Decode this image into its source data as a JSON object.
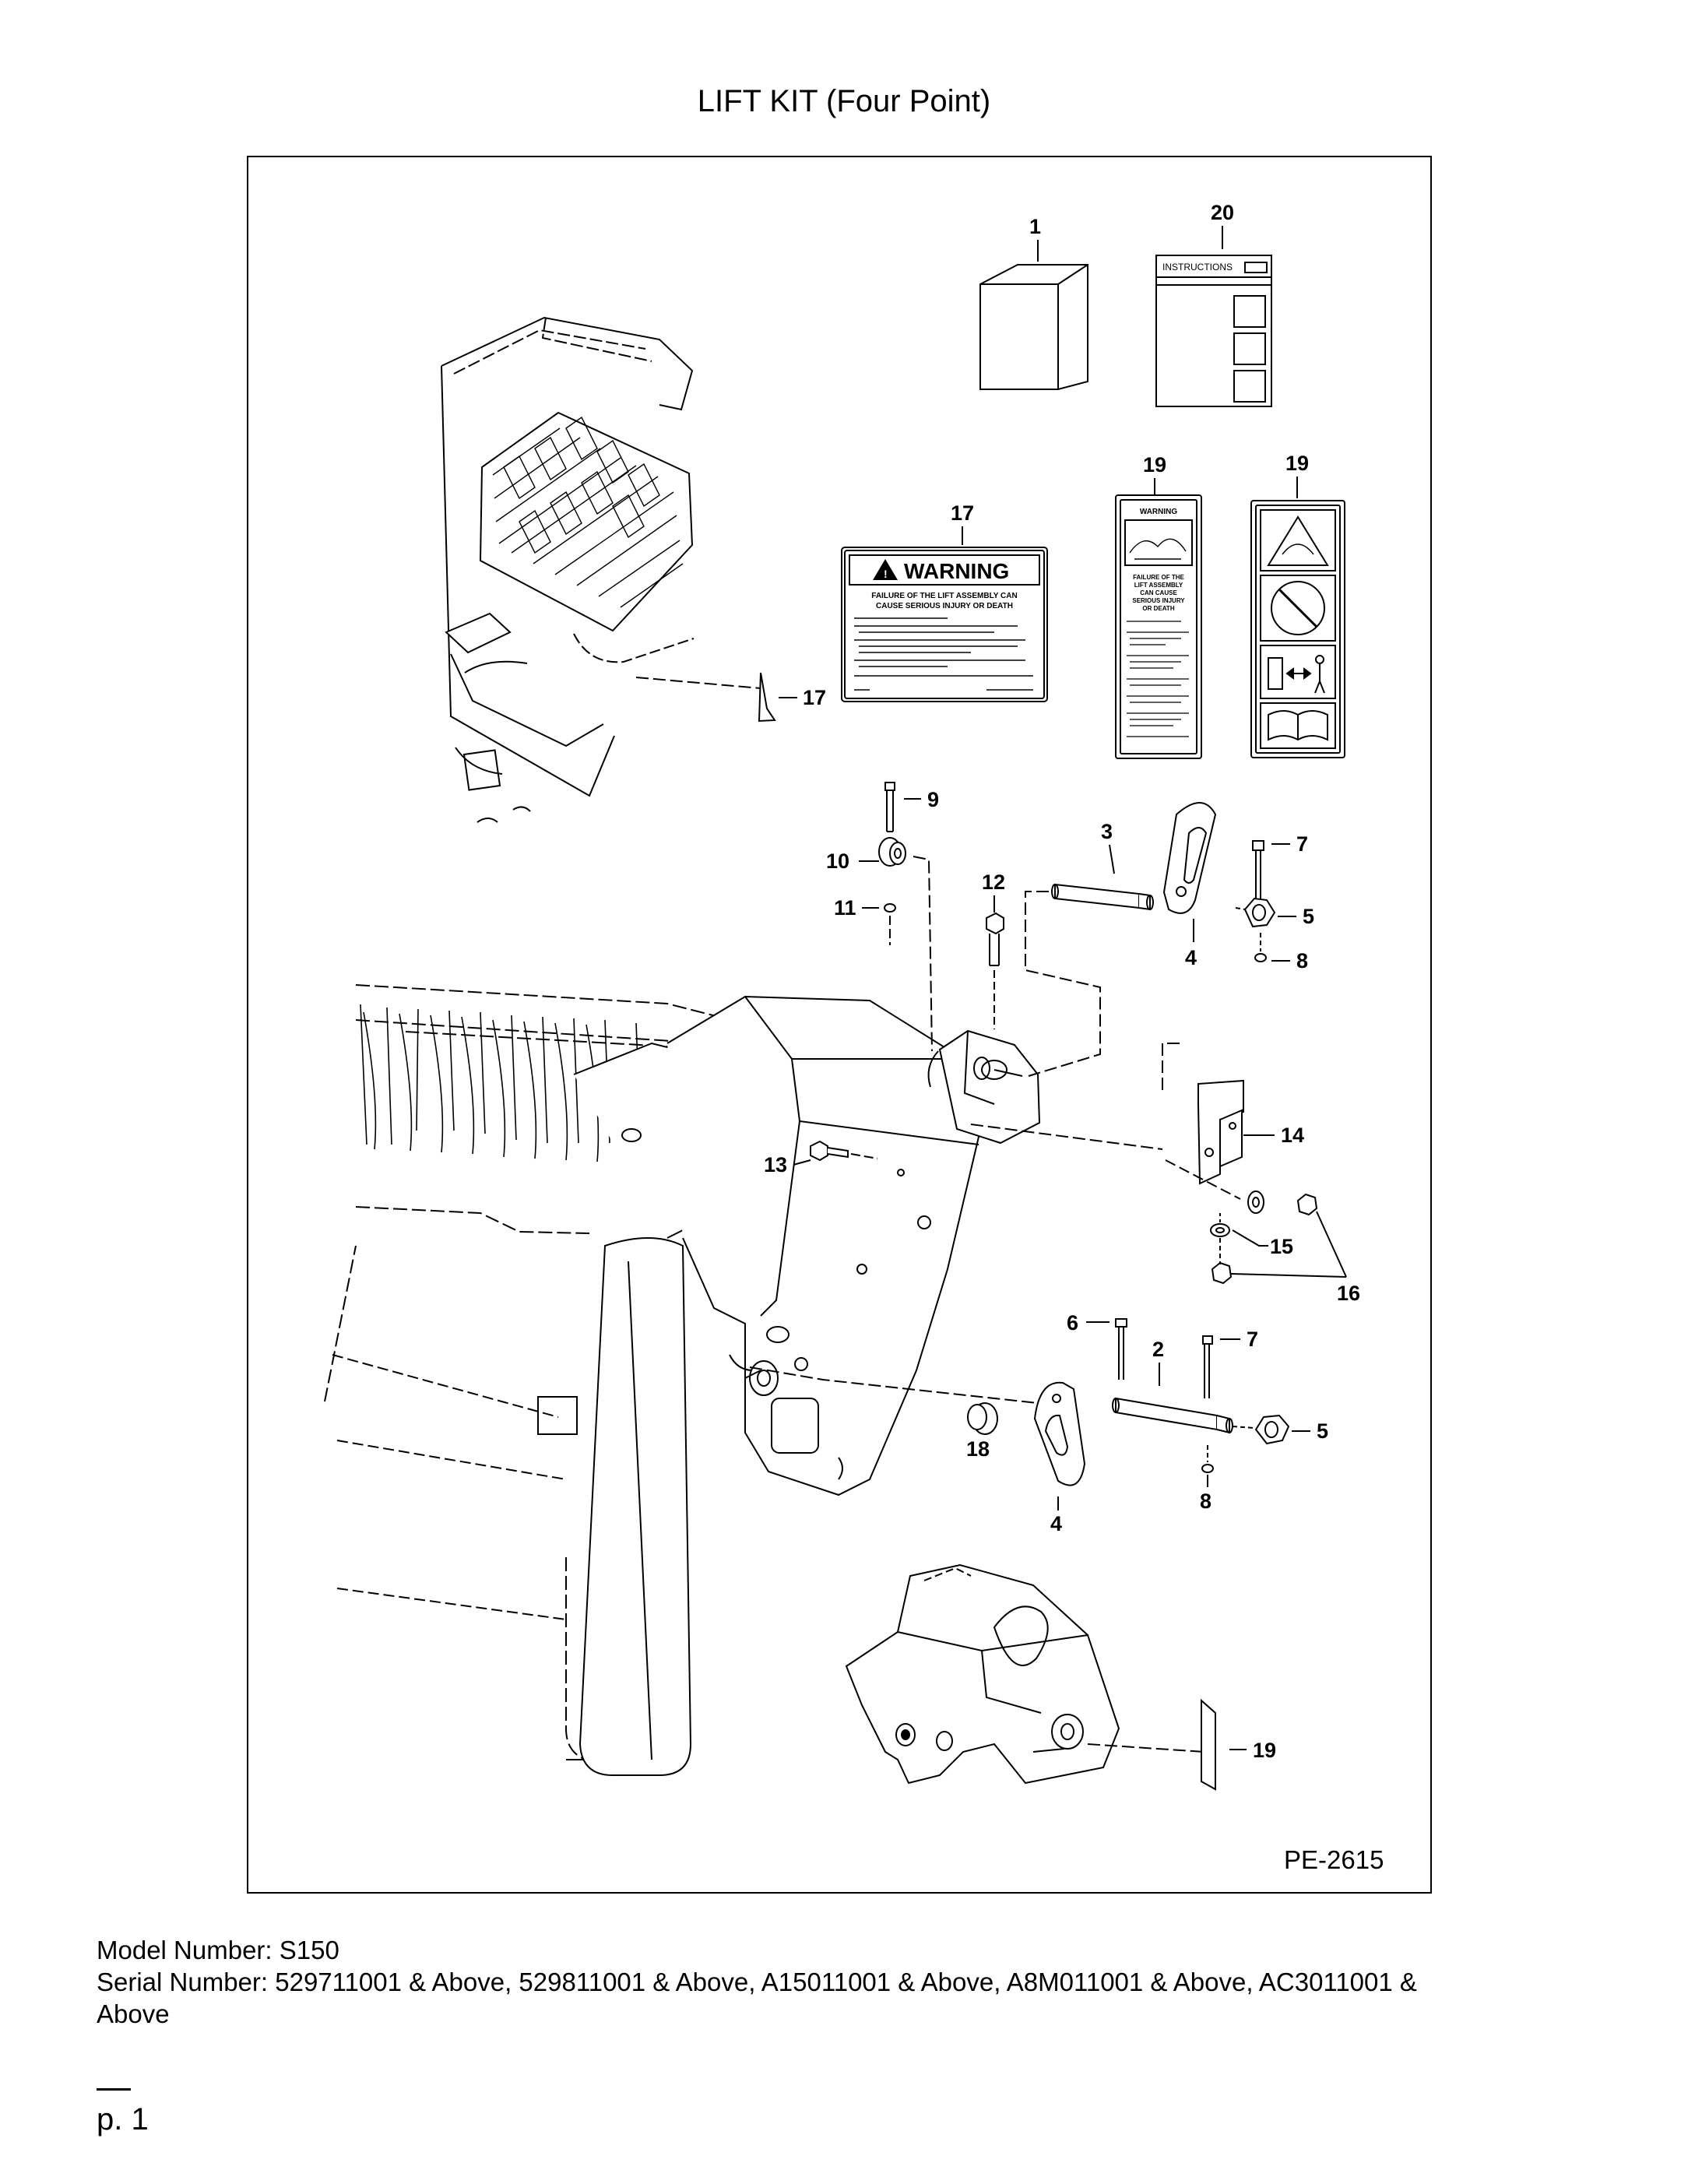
{
  "document": {
    "title": "LIFT KIT (Four Point)",
    "diagram_code": "PE-2615",
    "model_line": "Model Number: S150",
    "serial_line_1": "Serial Number: 529711001 & Above, 529811001 & Above, A15011001 & Above, A8M011001 & Above, AC3011001 &",
    "serial_line_2": "Above",
    "page_label": "p. 1"
  },
  "callouts": {
    "c1": "1",
    "c2": "2",
    "c3": "3",
    "c4a": "4",
    "c4b": "4",
    "c5a": "5",
    "c5b": "5",
    "c6": "6",
    "c7a": "7",
    "c7b": "7",
    "c8a": "8",
    "c8b": "8",
    "c9": "9",
    "c10": "10",
    "c11": "11",
    "c12": "12",
    "c13": "13",
    "c14": "14",
    "c15": "15",
    "c16": "16",
    "c17a": "17",
    "c17b": "17",
    "c18": "18",
    "c19a": "19",
    "c19b": "19",
    "c19c": "19",
    "c20": "20"
  },
  "decals": {
    "warning_heading": "WARNING",
    "warning_sub_1": "FAILURE OF THE LIFT ASSEMBLY CAN",
    "warning_sub_2": "CAUSE SERIOUS INJURY OR DEATH",
    "narrow_heading": "WARNING",
    "narrow_sub_1": "FAILURE OF THE",
    "narrow_sub_2": "LIFT ASSEMBLY",
    "narrow_sub_3": "CAN CAUSE",
    "narrow_sub_4": "SERIOUS INJURY",
    "narrow_sub_5": "OR DEATH",
    "instructions_label": "INSTRUCTIONS"
  }
}
